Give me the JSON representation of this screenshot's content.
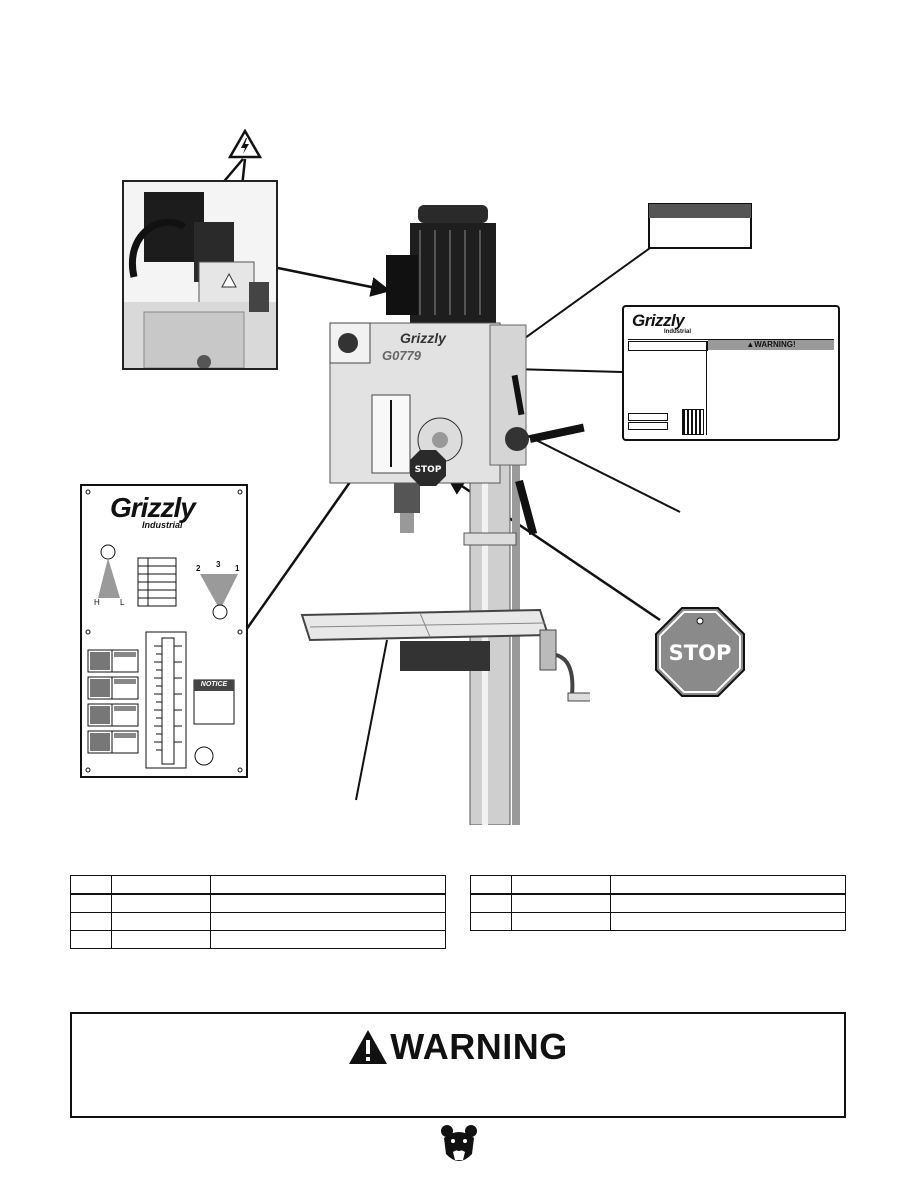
{
  "brand": {
    "name": "Grizzly",
    "sub": "Industrial"
  },
  "machine_label": {
    "model": "G0779",
    "stop_badge": "STOP"
  },
  "control_panel_label": {
    "speed_letters": {
      "high": "H",
      "low": "L"
    },
    "gear_numbers": [
      "2",
      "3",
      "1"
    ],
    "notice_label": "NOTICE"
  },
  "warning_label_card": {
    "header": "WARNING!"
  },
  "stop_sign": {
    "text": "STOP"
  },
  "warning_box": {
    "title": "WARNING"
  },
  "colors": {
    "label_grey": "#9a9a9a",
    "stop_red": "#8a8a8a",
    "ink": "#111111"
  }
}
